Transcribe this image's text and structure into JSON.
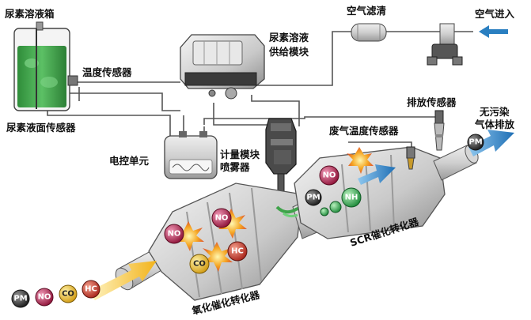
{
  "labels": {
    "urea_tank": "尿素溶液箱",
    "temp_sensor": "温度传感器",
    "level_sensor": "尿素液面传感器",
    "supply_module_1": "尿素溶液",
    "supply_module_2": "供给模块",
    "air_filter": "空气滤清",
    "air_in": "空气进入",
    "ecu": "电控单元",
    "metering_1": "计量模块",
    "metering_2": "喷雾器",
    "exhaust_sensor": "排放传感器",
    "exhaust_temp_sensor": "废气温度传感器",
    "clean_exhaust_1": "无污染",
    "clean_exhaust_2": "气体排放",
    "scr_catalyst": "SCR催化转化器",
    "oxidation_catalyst": "氧化催化转化器"
  },
  "molecules": {
    "pm": "PM",
    "no": "NO",
    "co": "CO",
    "hc": "HC",
    "nh": "NH"
  },
  "colors": {
    "flow_arrow": "#2a7fc1",
    "inlet_arrow": "#f2b31b",
    "urea_liquid": "#3fa34a",
    "pm": "#2b2b2b",
    "no": "#b0224a",
    "co": "#e0b21a",
    "hc": "#c0392b",
    "nh": "#2e9e4a"
  }
}
